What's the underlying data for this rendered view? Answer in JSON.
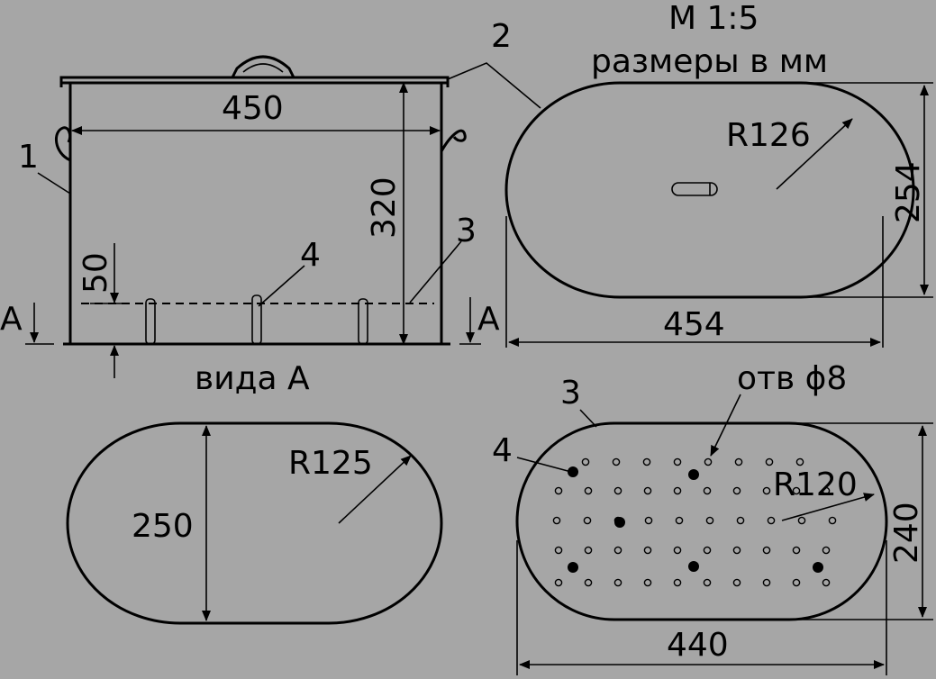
{
  "scale": "М 1:5",
  "units_note": "размеры в мм",
  "view_label": "вида А",
  "hole_note": "отв ϕ8",
  "section_mark": "А",
  "parts": {
    "p1": "1",
    "p2": "2",
    "p3": "3",
    "p4": "4"
  },
  "dimensions": {
    "front_width": "450",
    "front_height": "320",
    "front_offset": "50",
    "lid_radius": "R126",
    "lid_height": "254",
    "lid_width": "454",
    "bottom_radius": "R125",
    "bottom_height": "250",
    "grid_radius": "R120",
    "grid_height": "240",
    "grid_width": "440"
  }
}
